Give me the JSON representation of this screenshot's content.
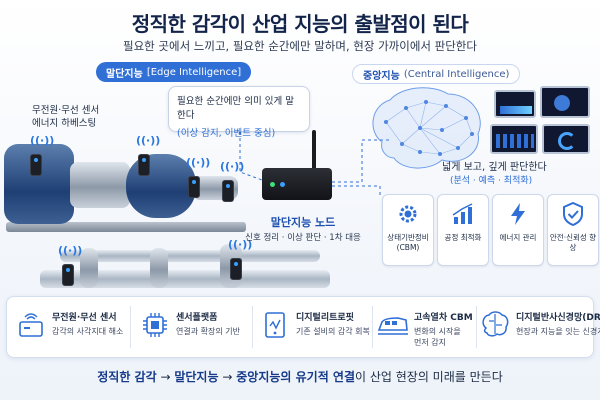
{
  "header": {
    "title": "정직한 감각이 산업 지능의 출발점이 된다",
    "subtitle": "필요한 곳에서 느끼고, 필요한 순간에만 말하며, 현장 가까이에서 판단한다"
  },
  "edge": {
    "tag_ko": "말단지능",
    "tag_en": "[Edge Intelligence]",
    "sensor_label_l1": "무전원·무선 센서",
    "sensor_label_l2": "에너지 하베스팅",
    "bubble_l1": "필요한 순간에만 의미 있게 말한다",
    "bubble_l2": "(이상 감지, 이벤트 중심)",
    "node_title": "말단지능 노드",
    "node_desc": "신호 정리 · 이상 판단 · 1차 대응"
  },
  "central": {
    "tag_ko": "중앙지능",
    "tag_en": "(Central Intelligence)",
    "caption_l1": "넓게 보고, 깊게 판단한다",
    "caption_l2": "(분석 · 예측 · 최적화)",
    "cards": [
      {
        "label": "상태기반정비 (CBM)",
        "icon": "gear-icon"
      },
      {
        "label": "공정 최적화",
        "icon": "bar-chart-icon"
      },
      {
        "label": "에너지 관리",
        "icon": "lightning-icon"
      },
      {
        "label": "안전·신뢰성 향상",
        "icon": "shield-check-icon"
      }
    ]
  },
  "features": [
    {
      "title": "무전원·무선 센서",
      "desc_l1": "감각의 사각지대 해소",
      "desc_l2": "",
      "icon": "wireless-sensor-icon"
    },
    {
      "title": "센서플랫폼",
      "desc_l1": "연결과 확장의 기반",
      "desc_l2": "",
      "icon": "chip-icon"
    },
    {
      "title": "디지털리트로핏",
      "desc_l1": "기존 설비의 감각 회복",
      "desc_l2": "",
      "icon": "retrofit-device-icon"
    },
    {
      "title": "고속열차 CBM",
      "desc_l1": "변화의 시작을",
      "desc_l2": "먼저 감지",
      "icon": "train-icon"
    },
    {
      "title": "디지털반사신경망(DRN)",
      "desc_l1": "현장과 지능을 잇는 신경계",
      "desc_l2": "",
      "icon": "brain-icon"
    }
  ],
  "footer": {
    "part1": "정직한 감각",
    "arrow1": "→",
    "part2": "말단지능",
    "arrow2": "→",
    "part3": "중앙지능의 유기적 연결",
    "part4": "이 산업 현장의 미래를 만든다"
  },
  "colors": {
    "accent": "#2f6fd6",
    "navy": "#12244a",
    "motor_blue": "#1f3f74"
  }
}
